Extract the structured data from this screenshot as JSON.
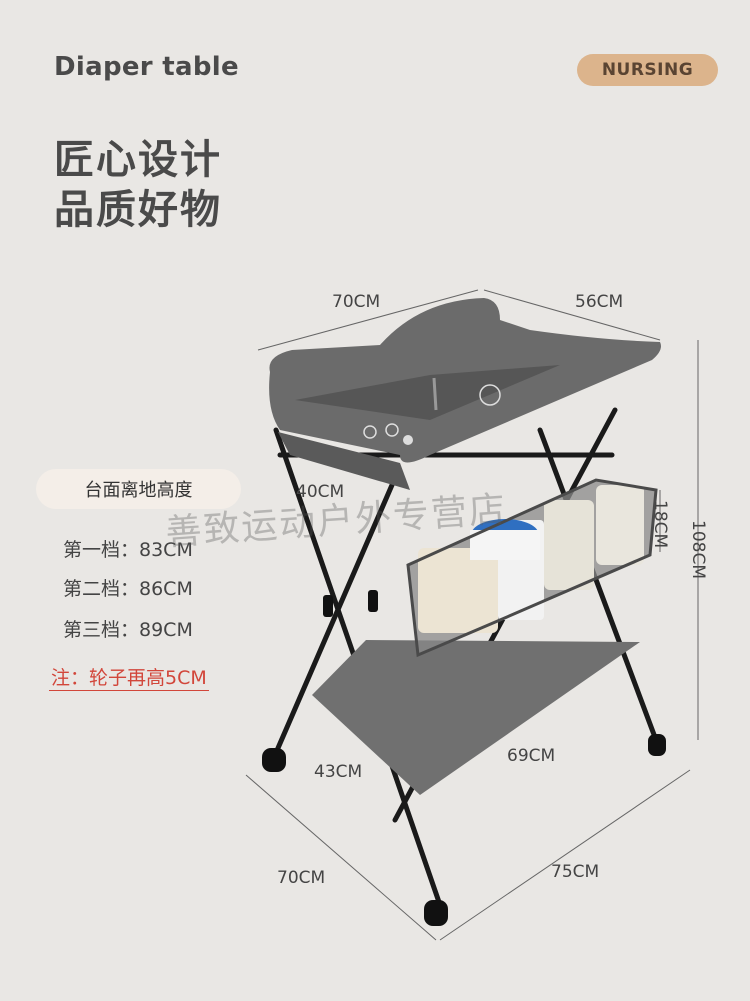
{
  "header": {
    "brand_title": "Diaper table",
    "badge": "NURSING"
  },
  "headline": {
    "line1": "匠心设计",
    "line2": "品质好物"
  },
  "specs": {
    "heading": "台面离地高度",
    "rows": [
      {
        "label": "第一档：83CM"
      },
      {
        "label": "第二档：86CM"
      },
      {
        "label": "第三档：89CM"
      }
    ],
    "note": "注：轮子再高5CM"
  },
  "dimensions": {
    "top_width": "70CM",
    "top_depth": "56CM",
    "height": "108CM",
    "basket_height": "18CM",
    "tray_width": "40CM",
    "lower_shelf_depth": "43CM",
    "lower_shelf_width": "69CM",
    "base_depth": "70CM",
    "base_width": "75CM"
  },
  "watermark": "善致运动户外专营店",
  "colors": {
    "background": "#e9e7e4",
    "badge": "#dcb48c",
    "note": "#d2463a",
    "fabric": "#6b6b6b",
    "frame": "#1a1a1a"
  }
}
